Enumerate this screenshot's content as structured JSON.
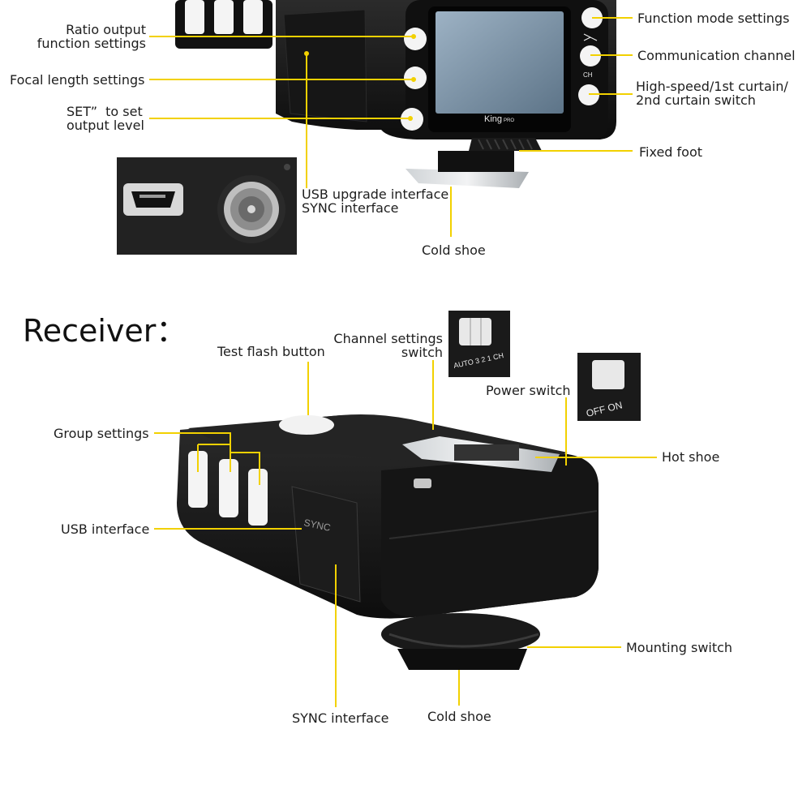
{
  "transmitter": {
    "labels": {
      "ratio_output": "Ratio output\nfunction settings",
      "focal_length": "Focal length settings",
      "set_output": "SET”  to set\noutput level",
      "function_mode": "Function mode settings",
      "communication_channel": "Communication channel",
      "curtain_switch": "High-speed/1st curtain/\n2nd curtain switch",
      "fixed_foot": "Fixed foot",
      "usb_sync": "USB upgrade interface\nSYNC interface",
      "cold_shoe": "Cold shoe"
    },
    "device_text": {
      "brand": "King",
      "brand_suffix": "PRO",
      "ch_label": "CH"
    }
  },
  "receiver": {
    "heading": "Receiver：",
    "labels": {
      "test_flash": "Test flash button",
      "channel_switch": "Channel settings\nswitch",
      "power_switch": "Power switch",
      "group_settings": "Group settings",
      "hot_shoe": "Hot shoe",
      "usb_interface": "USB interface",
      "mounting_switch": "Mounting switch",
      "sync_interface": "SYNC interface",
      "cold_shoe": "Cold shoe"
    },
    "device_text": {
      "channel_marks": "AUTO 3 2 1 CH",
      "power_marks": "OFF ON",
      "sync_mark": "SYNC"
    }
  },
  "colors": {
    "leader": "#f2d100",
    "device": "#1c1c1c",
    "lcd": "#7f97ab"
  }
}
